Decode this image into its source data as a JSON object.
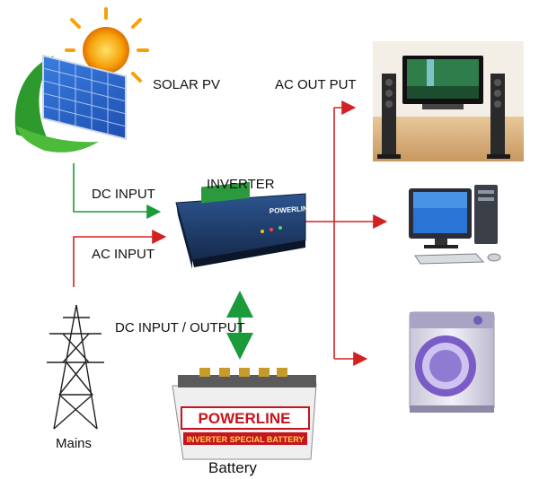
{
  "labels": {
    "solar": "SOLAR PV",
    "ac_output": "AC OUT PUT",
    "inverter": "INVERTER",
    "dc_input": "DC INPUT",
    "ac_input": "AC INPUT",
    "dc_io": "DC INPUT / OUTPUT",
    "mains": "Mains",
    "battery": "Battery"
  },
  "inverter_brand": "POWERLINE",
  "battery_brand": "POWERLINE",
  "battery_subtitle": "INVERTER SPECIAL BATTERY",
  "colors": {
    "dc_arrow": "#1a9a3a",
    "ac_arrow": "#d42020",
    "io_arrow": "#1a9a3a",
    "battery_red": "#c8141e",
    "inverter_body": "#1f3b66"
  }
}
